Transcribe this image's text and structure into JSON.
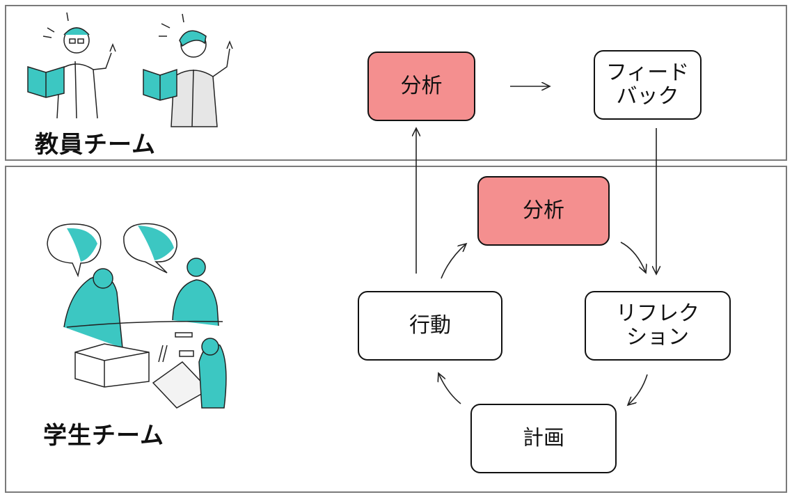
{
  "teacher_team": {
    "label": "教員チーム"
  },
  "student_team": {
    "label": "学生チーム"
  },
  "nodes": {
    "teacher_analysis": "分析",
    "feedback": "フィード\nバック",
    "student_analysis": "分析",
    "reflection": "リフレク\nション",
    "plan": "計画",
    "action": "行動"
  },
  "colors": {
    "highlight": "#f48f8f",
    "accent_teal": "#3cc7c2",
    "border": "#7a7a7a"
  }
}
